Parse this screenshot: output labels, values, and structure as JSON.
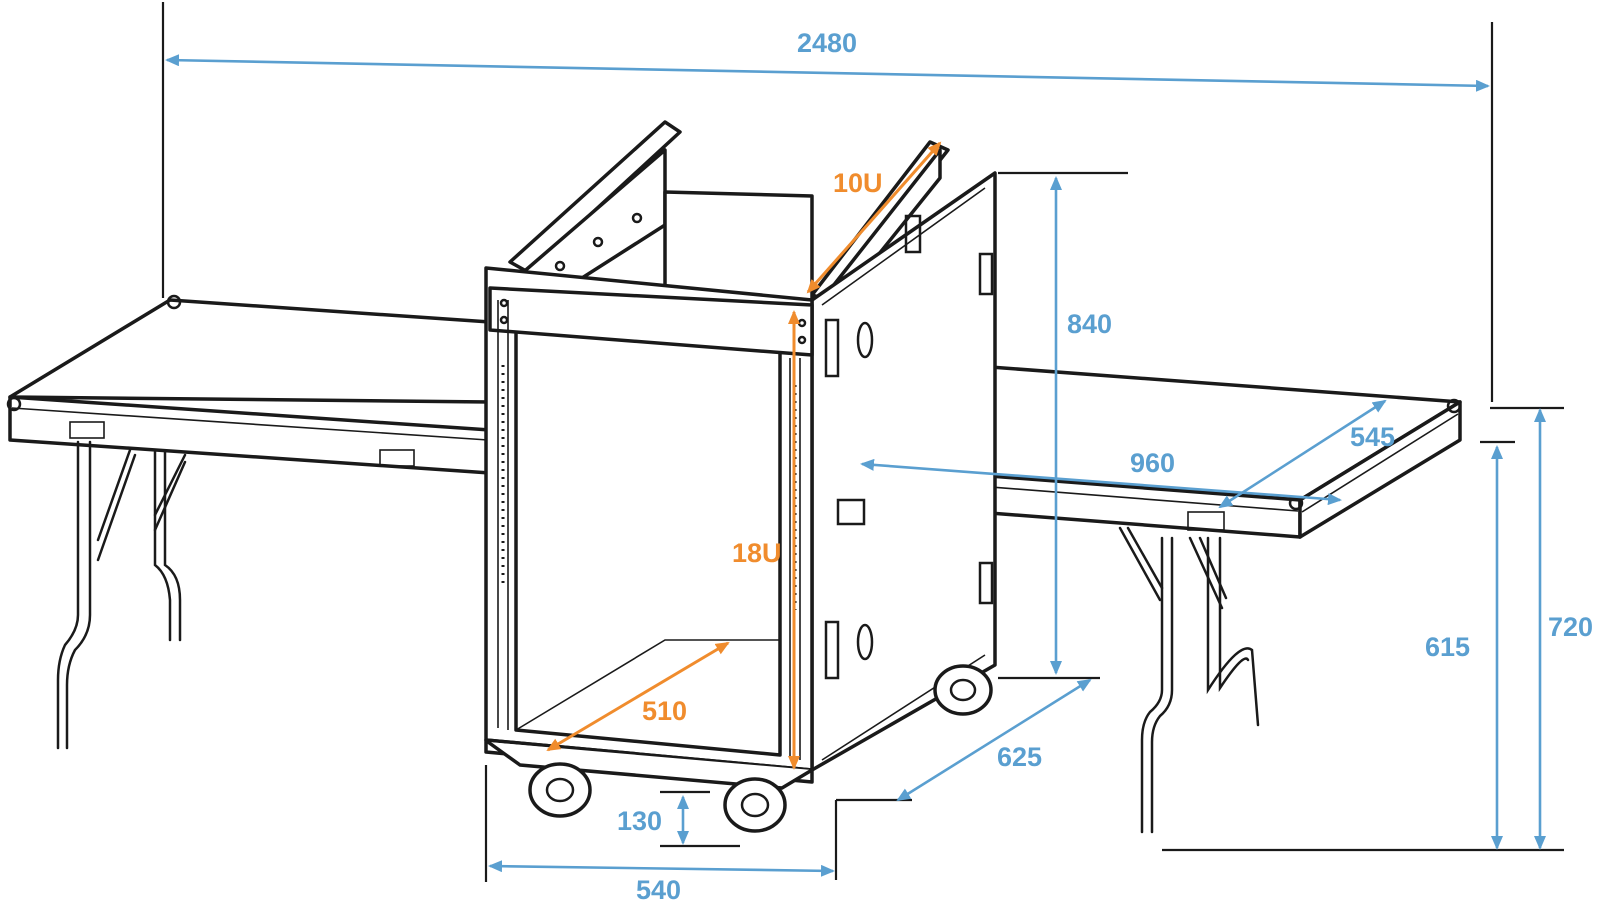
{
  "colors": {
    "outline": "#1a1a1a",
    "dimension_blue": "#5a9fd0",
    "dimension_orange": "#f08c2d",
    "background": "#ffffff"
  },
  "dimensions": {
    "total_width": "2480",
    "rack_height_top": "10U",
    "case_height": "840",
    "table_depth": "545",
    "table_width": "960",
    "rack_height_main": "18U",
    "table_top_height": "615",
    "overall_height": "720",
    "rack_depth": "510",
    "case_depth": "625",
    "wheel_height": "130",
    "case_width": "540"
  }
}
